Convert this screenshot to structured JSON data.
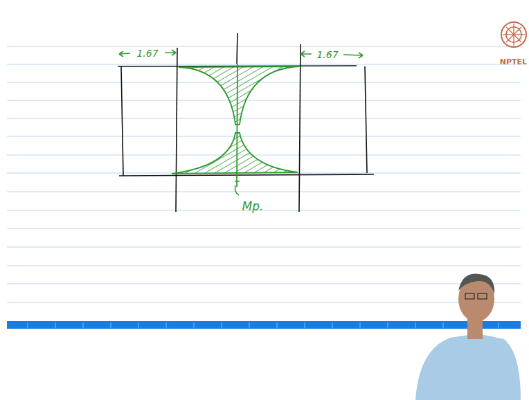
{
  "diagram": {
    "labels": [
      "1.67",
      "1.67",
      "Mp.",
      "NPTEL"
    ]
  }
}
